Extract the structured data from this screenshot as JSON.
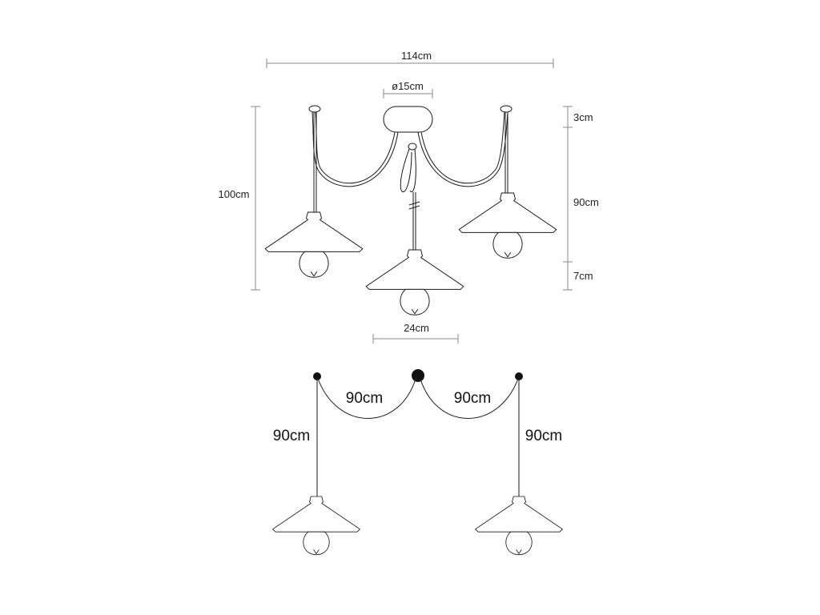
{
  "top_view": {
    "width_label": "114cm",
    "canopy_label": "ø15cm",
    "height_label": "100cm",
    "canopy_height_label": "3cm",
    "cord_length_label": "90cm",
    "shade_height_label": "7cm",
    "shade_width_label": "24cm"
  },
  "bottom_view": {
    "left_arc_label": "90cm",
    "right_arc_label": "90cm",
    "left_drop_label": "90cm",
    "right_drop_label": "90cm"
  }
}
